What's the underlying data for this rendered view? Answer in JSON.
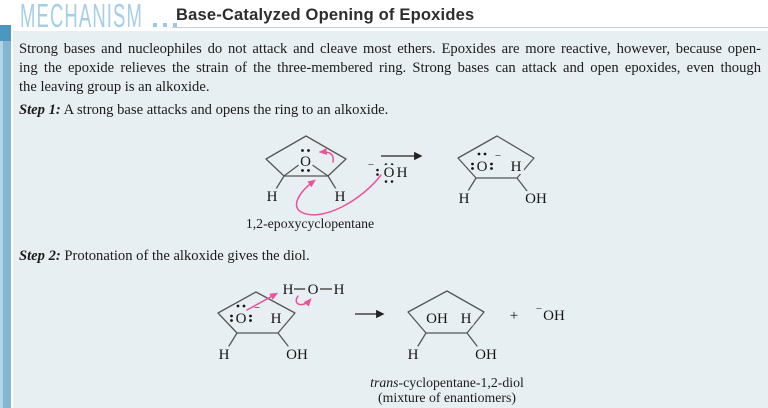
{
  "header": {
    "kicker": "MECHANISM",
    "title": "Base-Catalyzed Opening of Epoxides",
    "dot_count": 3
  },
  "intro_lines": [
    "Strong bases and nucleophiles do not attack and cleave most ethers. Epoxides are more reactive, however, because open-",
    "ing the epoxide relieves the strain of the three-membered ring. Strong bases can attack and open epoxides, even though",
    "the leaving group is an alkoxide."
  ],
  "step1": {
    "label": "Step 1:",
    "text": "A strong base attacks and opens the ring to an alkoxide.",
    "reactant": {
      "o": "O",
      "h_left": "H",
      "h_right": "H"
    },
    "reactant_name": "1,2-epoxycyclopentane",
    "hydroxide": {
      "minus": "−",
      "o": "O",
      "h": "H"
    },
    "product": {
      "o": "O",
      "minus": "−",
      "h_top": "H",
      "h_bottom": "H",
      "oh": "OH"
    }
  },
  "step2": {
    "label": "Step 2:",
    "text": "Protonation of the alkoxide gives the diol.",
    "alkoxide": {
      "o": "O",
      "minus": "−",
      "h_top": "H",
      "h_bottom": "H",
      "oh": "OH"
    },
    "water": {
      "h_left": "H",
      "o": "O",
      "h_right": "H"
    },
    "plus": "+",
    "byproduct": {
      "minus": "−",
      "oh": "OH"
    },
    "product": {
      "oh_top": "OH",
      "h_top": "H",
      "h_bottom": "H",
      "oh_bottom": "OH"
    },
    "product_name_prefix": "trans",
    "product_name_rest": "-cyclopentane-1,2-diol",
    "product_note": "(mixture of enantiomers)"
  },
  "colors": {
    "kicker_blue": "#a6cee4",
    "margin_bar_blue": "#7fb4d2",
    "margin_bar_cap_blue": "#4c96c2",
    "panel_background": "#e8eff3",
    "electron_arrow_pink": "#e8539b",
    "body_text": "#1b1b1b"
  }
}
